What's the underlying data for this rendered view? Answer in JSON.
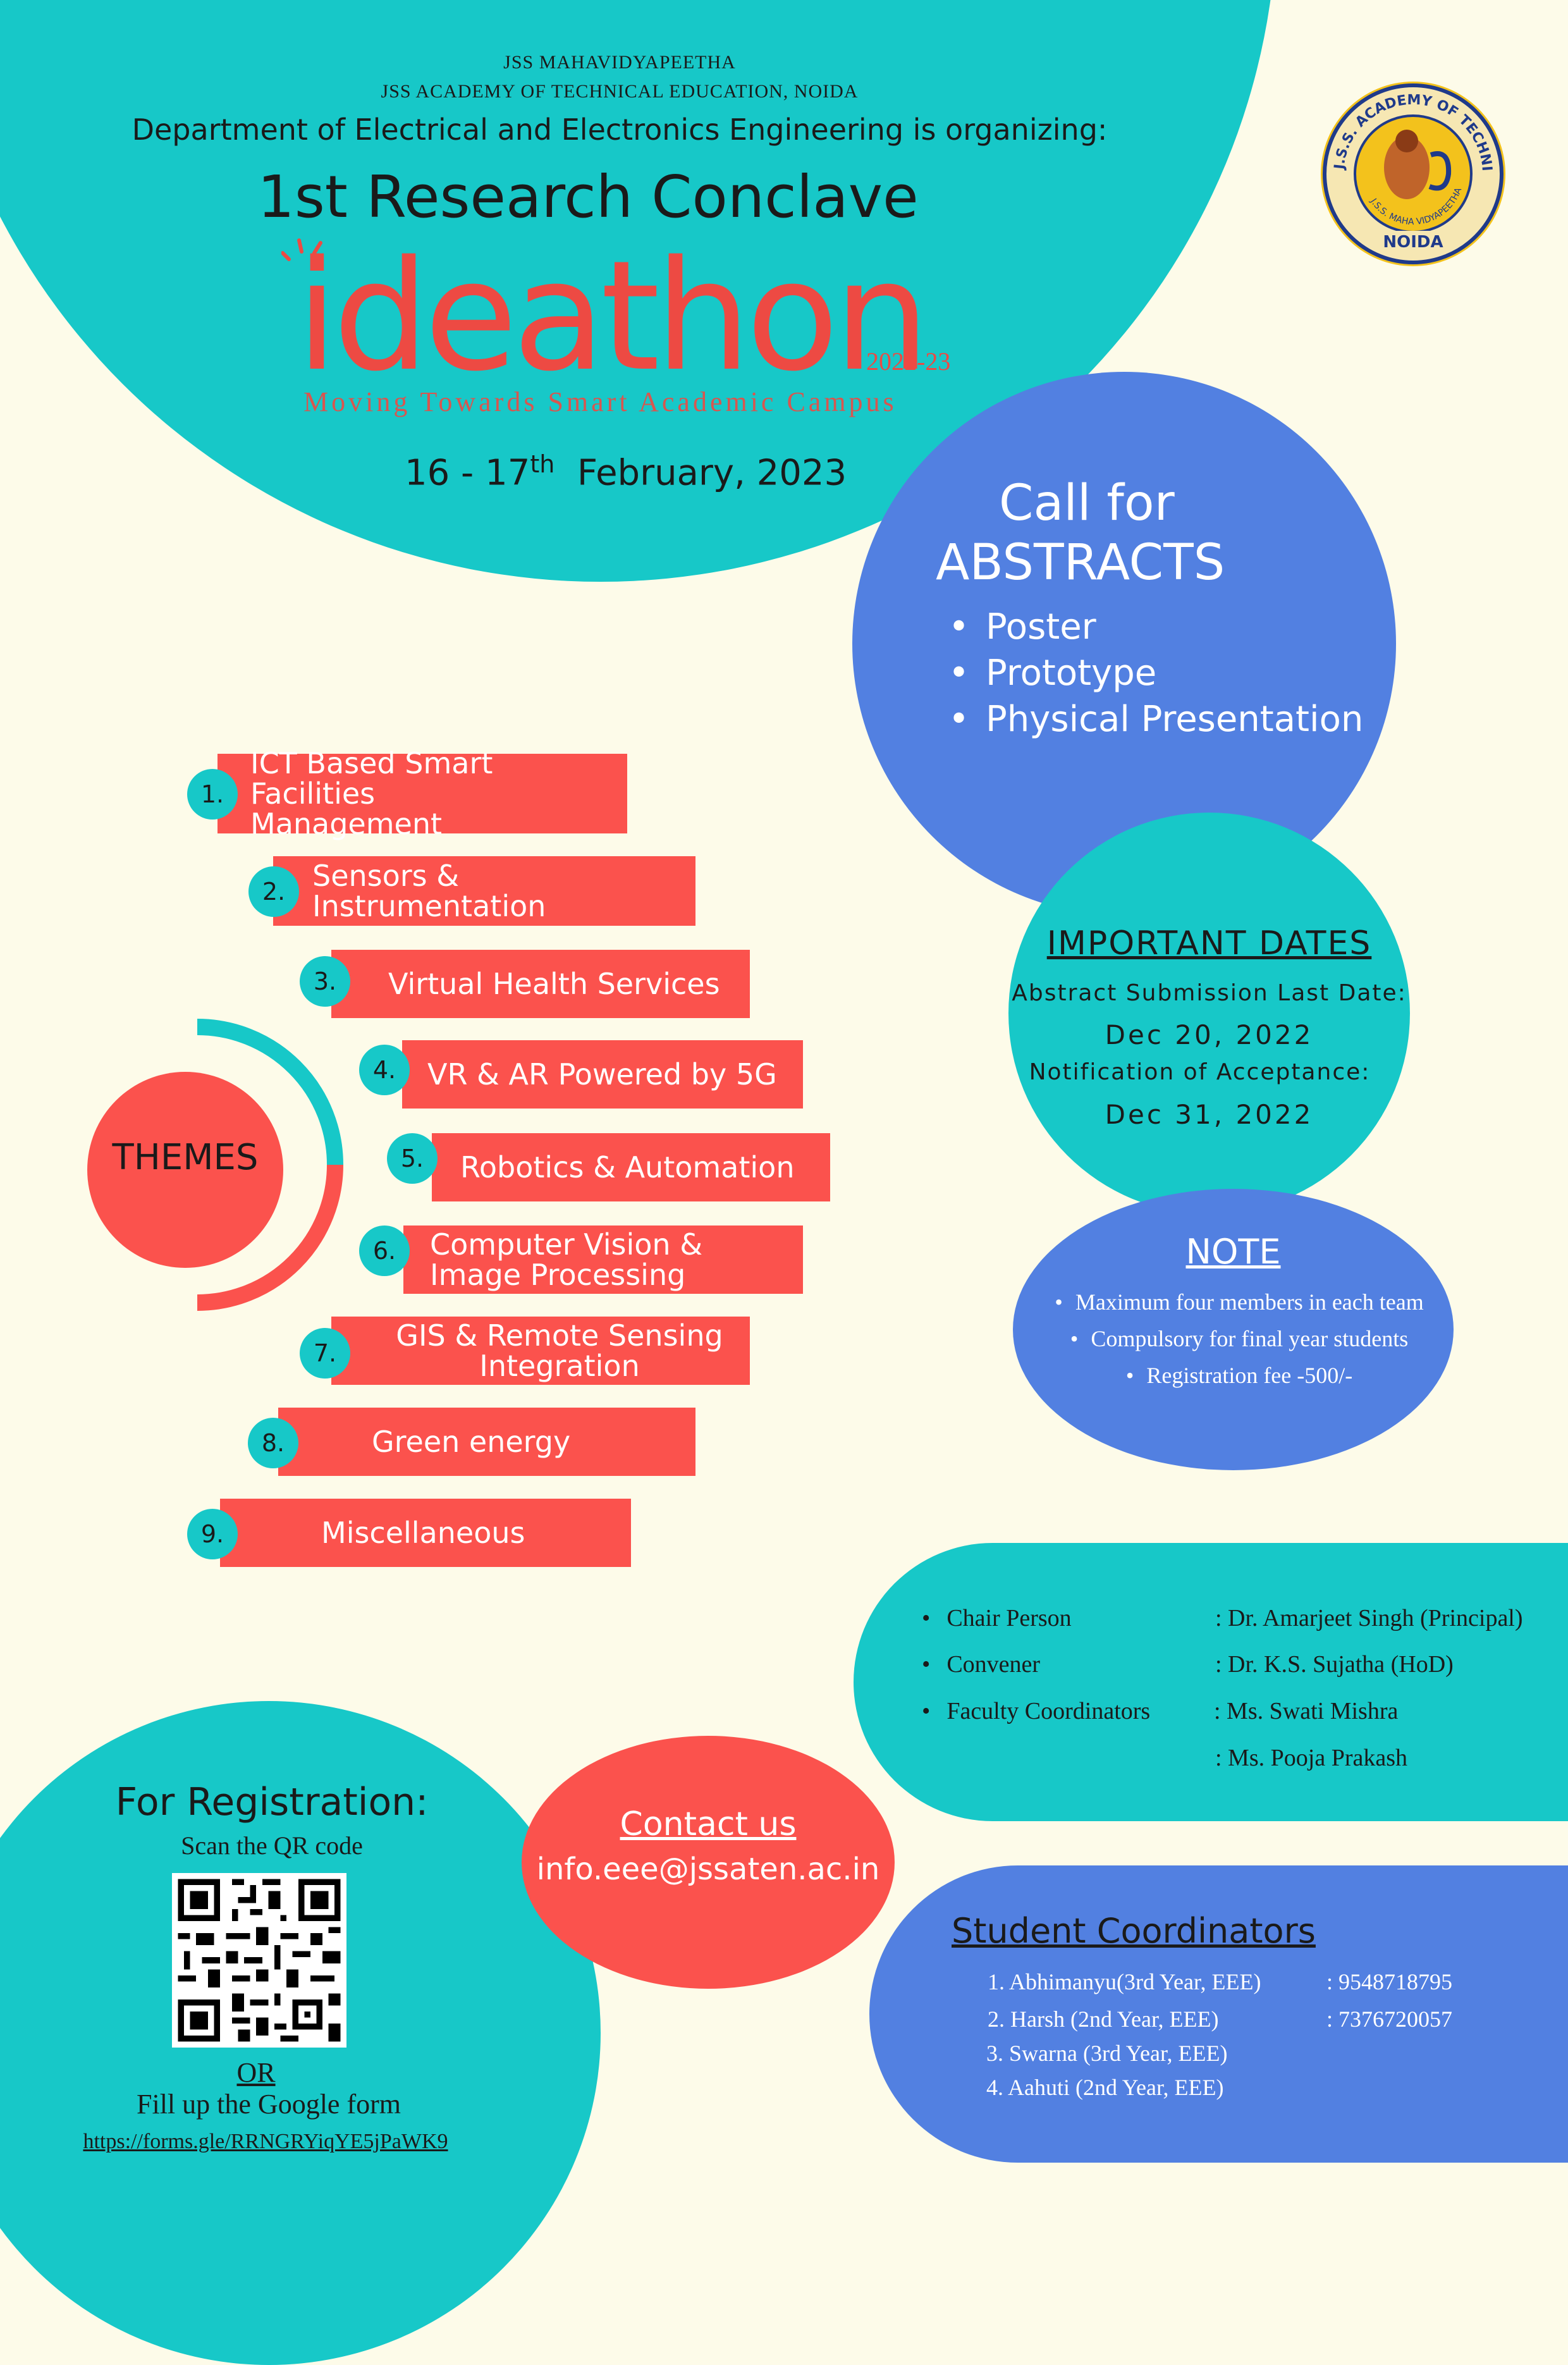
{
  "header": {
    "org": "JSS   MAHAVIDYAPEETHA",
    "institute": "JSS ACADEMY OF TECHNICAL EDUCATION, NOIDA",
    "department": "Department of Electrical and  Electronics Engineering is organizing:",
    "event": "1st Research Conclave",
    "brand": "ideathon",
    "year": "2022-23",
    "tagline": "Moving Towards Smart Academic Campus",
    "date_start": "16 - 17",
    "date_sup": "th",
    "date_end": "February, 2023"
  },
  "logo": {
    "ring_text": "J.S.S. ACADEMY OF TECHNICAL EDUCATION",
    "inner_text": "J.S.S. MAHA VIDYAPEETHA",
    "bottom_text": "NOIDA"
  },
  "call_for_abstracts": {
    "line1": "Call for",
    "line2": "ABSTRACTS",
    "items": [
      "Poster",
      "Prototype",
      "Physical Presentation"
    ]
  },
  "important_dates": {
    "title": "IMPORTANT  DATES",
    "abstract_label": "Abstract Submission Last Date:",
    "abstract_date": "Dec 20, 2022",
    "notification_label": "Notification of Acceptance:",
    "notification_date": "Dec 31, 2022"
  },
  "note": {
    "title": "NOTE",
    "items": [
      "Maximum four members in each team",
      "Compulsory for final year students",
      "Registration fee -500/-"
    ]
  },
  "themes": {
    "label": "THEMES",
    "items": [
      {
        "num": "1.",
        "label": "ICT Based Smart Facilities Management"
      },
      {
        "num": "2.",
        "label": "Sensors & Instrumentation"
      },
      {
        "num": "3.",
        "label": "Virtual Health Services"
      },
      {
        "num": "4.",
        "label": "VR & AR Powered by 5G"
      },
      {
        "num": "5.",
        "label": "Robotics  &  Automation"
      },
      {
        "num": "6.",
        "label": "Computer Vision & Image Processing"
      },
      {
        "num": "7.",
        "label": "GIS & Remote Sensing Integration"
      },
      {
        "num": "8.",
        "label": "Green energy"
      },
      {
        "num": "9.",
        "label": "Miscellaneous"
      }
    ]
  },
  "people": {
    "chair_label": "Chair Person",
    "chair_value": ": Dr. Amarjeet Singh (Principal)",
    "convener_label": "Convener",
    "convener_value": ": Dr. K.S. Sujatha (HoD)",
    "faculty_label": "Faculty Coordinators",
    "faculty_value1": ":  Ms. Swati Mishra",
    "faculty_value2": ":  Ms. Pooja Prakash"
  },
  "registration": {
    "title": "For Registration:",
    "scan": "Scan the QR code",
    "or": "OR",
    "fill": "Fill up the Google form",
    "link": "https://forms.gle/RRNGRYiqYE5jPaWK9"
  },
  "contact": {
    "title": "Contact us",
    "email": "info.eee@jssaten.ac.in"
  },
  "students": {
    "title": "Student Coordinators",
    "rows": [
      {
        "name": "1.  Abhimanyu(3rd Year, EEE)",
        "phone": ": 9548718795"
      },
      {
        "name": "2.  Harsh (2nd Year, EEE)",
        "phone": ": 7376720057"
      },
      {
        "name": "3.  Swarna (3rd Year, EEE)",
        "phone": ""
      },
      {
        "name": "4.  Aahuti (2nd Year, EEE)",
        "phone": ""
      }
    ]
  },
  "colors": {
    "background": "#fdfbe9",
    "teal": "#17c8c8",
    "blue": "#5280e1",
    "red": "#fb524d"
  }
}
